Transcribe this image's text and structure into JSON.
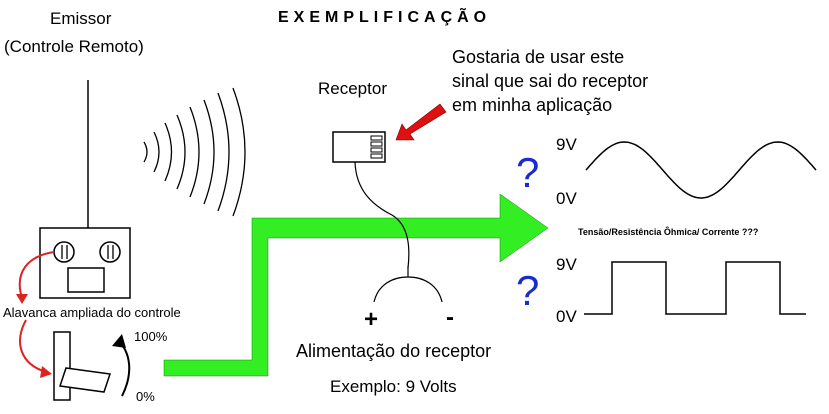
{
  "title": "EXEMPLIFICAÇÃO",
  "emitter": {
    "label_line1": "Emissor",
    "label_line2": "(Controle Remoto)"
  },
  "receiver": {
    "label": "Receptor"
  },
  "question": {
    "line1": "Gostaria de usar este",
    "line2": "sinal que sai do receptor",
    "line3": "em minha aplicação"
  },
  "lever": {
    "label": "Alavanca ampliada do controle",
    "max": "100%",
    "min": "0%"
  },
  "power": {
    "plus": "+",
    "minus": "-",
    "label": "Alimentação do receptor",
    "example": "Exemplo: 9 Volts"
  },
  "signals": {
    "sine": {
      "high": "9V",
      "low": "0V"
    },
    "square": {
      "high": "9V",
      "low": "0V"
    },
    "caption": "Tensão/Resistência Ôhmica/ Corrente ???",
    "question_mark": "?"
  },
  "colors": {
    "arrow_green": "#33ee22",
    "pointer_red": "#e01010",
    "curve_red": "#dd2222",
    "question_blue": "#1a2bd0"
  }
}
